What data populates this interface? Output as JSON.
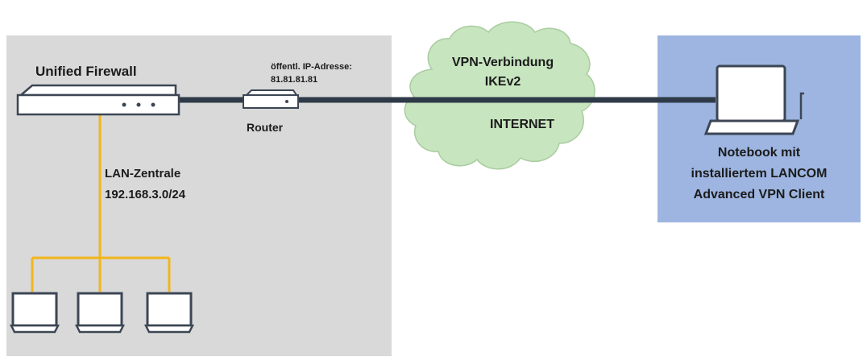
{
  "labels": {
    "firewall": "Unified Firewall",
    "router": "Router",
    "public_ip_caption": "öffentl. IP-Adresse:",
    "public_ip_value": "81.81.81.81",
    "vpn_title": "VPN-Verbindung",
    "vpn_protocol": "IKEv2",
    "internet": "INTERNET",
    "lan_name": "LAN-Zentrale",
    "lan_subnet": "192.168.3.0/24",
    "notebook_line1": "Notebook mit",
    "notebook_line2": "installiertem LANCOM",
    "notebook_line3": "Advanced VPN Client"
  },
  "colors": {
    "local_zone": "#d9d9d9",
    "client_zone": "#9db5e0",
    "cloud": "#c7e5bf",
    "cloud_outline": "#a9cc9f",
    "wan_line": "#2f3a48",
    "lan_line": "#f2b51c",
    "device_outline": "#3c4654"
  },
  "icons": {
    "firewall": "firewall-appliance-icon",
    "router": "router-icon",
    "cloud": "internet-cloud-icon",
    "notebook": "notebook-icon",
    "lan_clients": "client-monitor-icon"
  },
  "lan_clients_count": 3
}
